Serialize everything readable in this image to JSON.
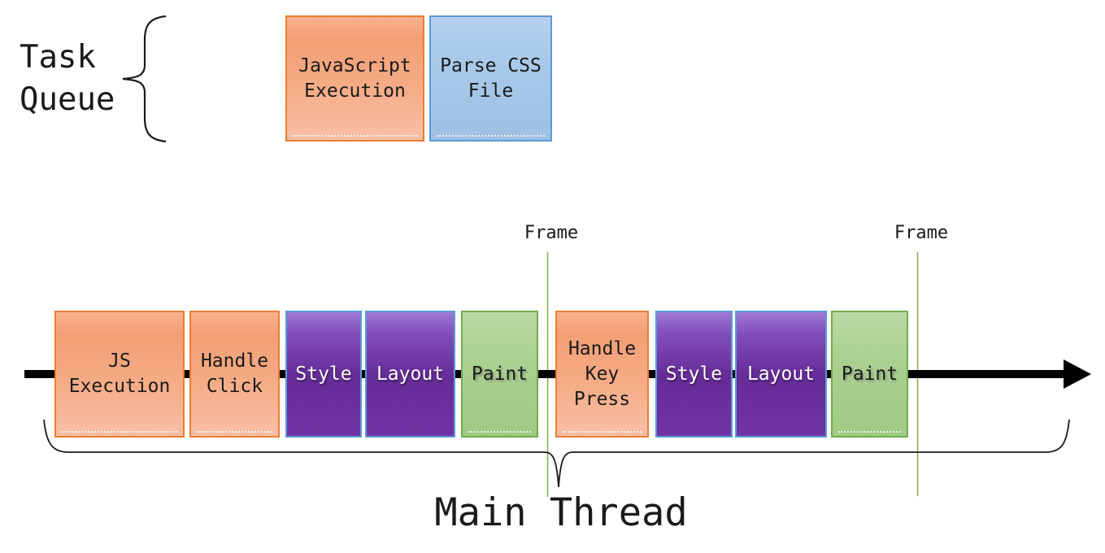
{
  "task_queue": {
    "label": "Task\nQueue",
    "boxes": [
      {
        "label": "JavaScript\nExecution",
        "color": "orange"
      },
      {
        "label": "Parse CSS\nFile",
        "color": "blue"
      }
    ]
  },
  "timeline": {
    "frame_labels": [
      "Frame",
      "Frame"
    ],
    "tasks": [
      {
        "label": "JS\nExecution",
        "color": "orange"
      },
      {
        "label": "Handle\nClick",
        "color": "orange"
      },
      {
        "label": "Style",
        "color": "purple"
      },
      {
        "label": "Layout",
        "color": "purple"
      },
      {
        "label": "Paint",
        "color": "green"
      },
      {
        "label": "Handle\nKey\nPress",
        "color": "orange"
      },
      {
        "label": "Style",
        "color": "purple"
      },
      {
        "label": "Layout",
        "color": "purple"
      },
      {
        "label": "Paint",
        "color": "green"
      }
    ],
    "main_thread_label": "Main Thread"
  },
  "colors": {
    "orange_fill": "#F4B183",
    "orange_border": "#ED7D31",
    "blue_fill": "#9DC3E6",
    "blue_border": "#5B9BD5",
    "purple_fill": "#7030A0",
    "purple_border": "#5B9BD5",
    "green_fill": "#A9D18E",
    "green_border": "#70AD47",
    "frame_line": "#8CAE4F",
    "arrow": "#000000",
    "text": "#1A1A1A",
    "background": "#FFFFFF"
  }
}
